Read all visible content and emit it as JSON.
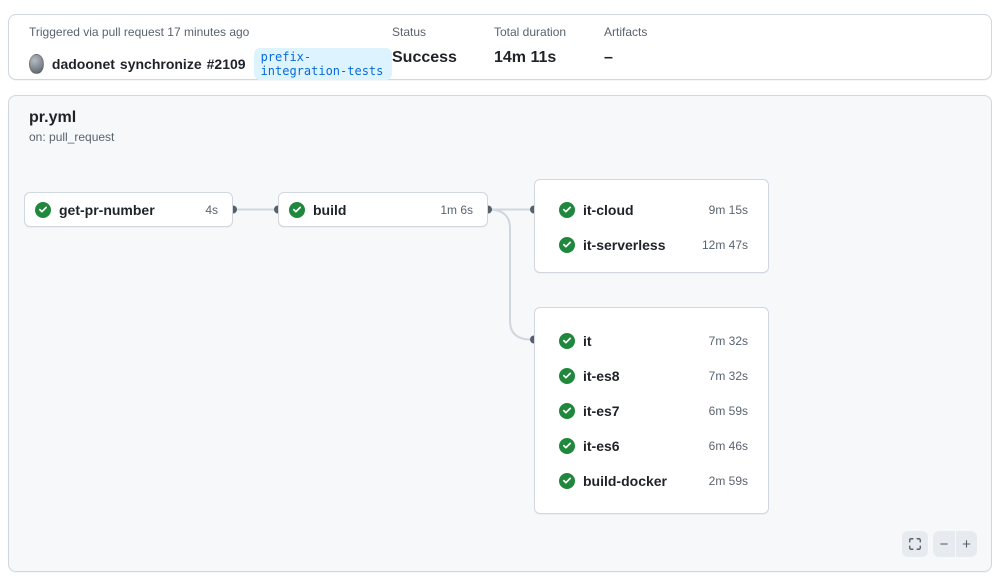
{
  "colors": {
    "success_green": "#1f883d",
    "accent_blue": "#0969da",
    "badge_bg": "#ddf4ff",
    "border": "#d0d7de",
    "muted_text": "#59636e",
    "canvas_bg": "#f6f8fa"
  },
  "summary": {
    "triggered_text": "Triggered via pull request 17 minutes ago",
    "actor": "dadoonet",
    "event": "synchronize",
    "run_number": "#2109",
    "branch": "prefix-integration-tests",
    "columns": {
      "status": {
        "label": "Status",
        "value": "Success"
      },
      "duration": {
        "label": "Total duration",
        "value": "14m 11s"
      },
      "artifacts": {
        "label": "Artifacts",
        "value": "–"
      }
    }
  },
  "workflow": {
    "title": "pr.yml",
    "trigger": "on: pull_request",
    "nodes": [
      {
        "name": "get-pr-number",
        "duration": "4s",
        "status": "success"
      },
      {
        "name": "build",
        "duration": "1m 6s",
        "status": "success"
      }
    ],
    "groups": [
      {
        "jobs": [
          {
            "name": "it-cloud",
            "duration": "9m 15s",
            "status": "success"
          },
          {
            "name": "it-serverless",
            "duration": "12m 47s",
            "status": "success"
          }
        ]
      },
      {
        "jobs": [
          {
            "name": "it",
            "duration": "7m 32s",
            "status": "success"
          },
          {
            "name": "it-es8",
            "duration": "7m 32s",
            "status": "success"
          },
          {
            "name": "it-es7",
            "duration": "6m 59s",
            "status": "success"
          },
          {
            "name": "it-es6",
            "duration": "6m 46s",
            "status": "success"
          },
          {
            "name": "build-docker",
            "duration": "2m 59s",
            "status": "success"
          }
        ]
      }
    ],
    "controls": {
      "zoom_out": "−",
      "zoom_in": "+"
    }
  }
}
